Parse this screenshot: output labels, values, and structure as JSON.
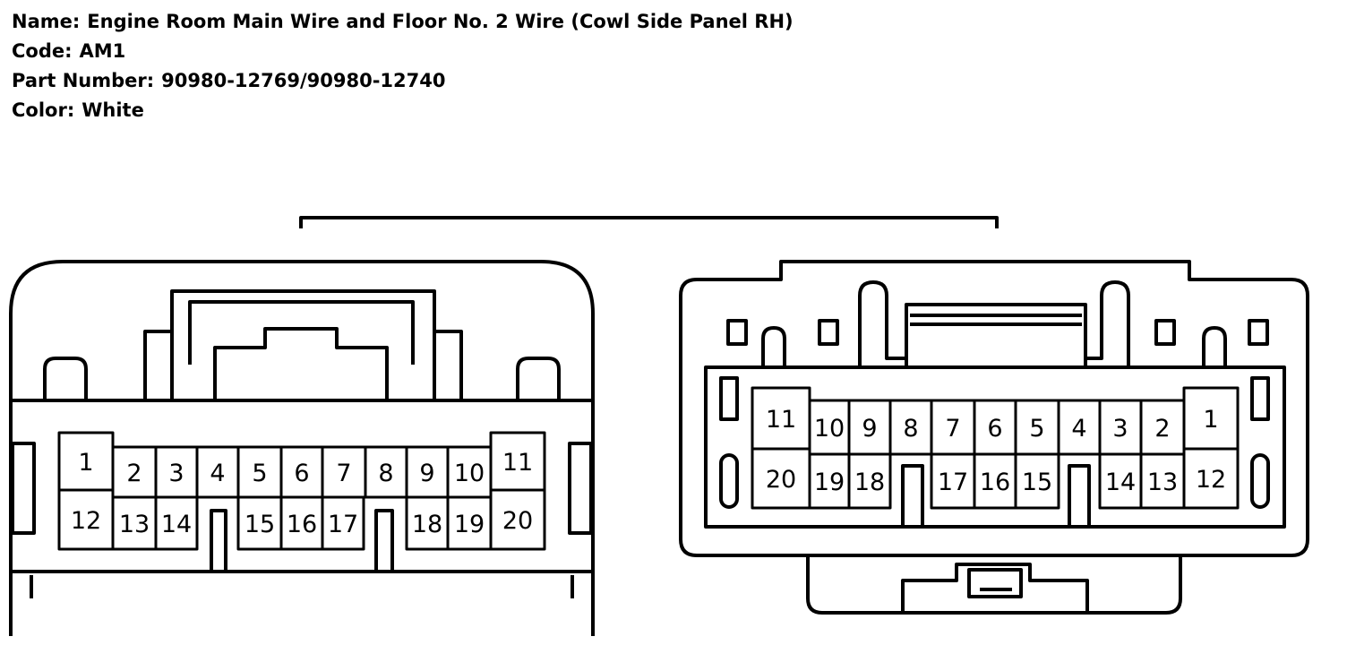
{
  "header": {
    "name_label": "Name:",
    "name_value": "Engine Room Main Wire and Floor No. 2 Wire (Cowl Side Panel RH)",
    "code_label": "Code:",
    "code_value": "AM1",
    "part_label": "Part Number:",
    "part_value": "90980-12769/90980-12740",
    "color_label": "Color:",
    "color_value": "White"
  },
  "colors": {
    "line": "#000000",
    "background": "#ffffff"
  },
  "left_connector": {
    "top_row": [
      "1",
      "2",
      "3",
      "4",
      "5",
      "6",
      "7",
      "8",
      "9",
      "10",
      "11"
    ],
    "bottom_row": [
      "12",
      "13",
      "14",
      "15",
      "16",
      "17",
      "18",
      "19",
      "20"
    ]
  },
  "right_connector": {
    "top_row": [
      "11",
      "10",
      "9",
      "8",
      "7",
      "6",
      "5",
      "4",
      "3",
      "2",
      "1"
    ],
    "bottom_row": [
      "20",
      "19",
      "18",
      "17",
      "16",
      "15",
      "14",
      "13",
      "12"
    ]
  }
}
